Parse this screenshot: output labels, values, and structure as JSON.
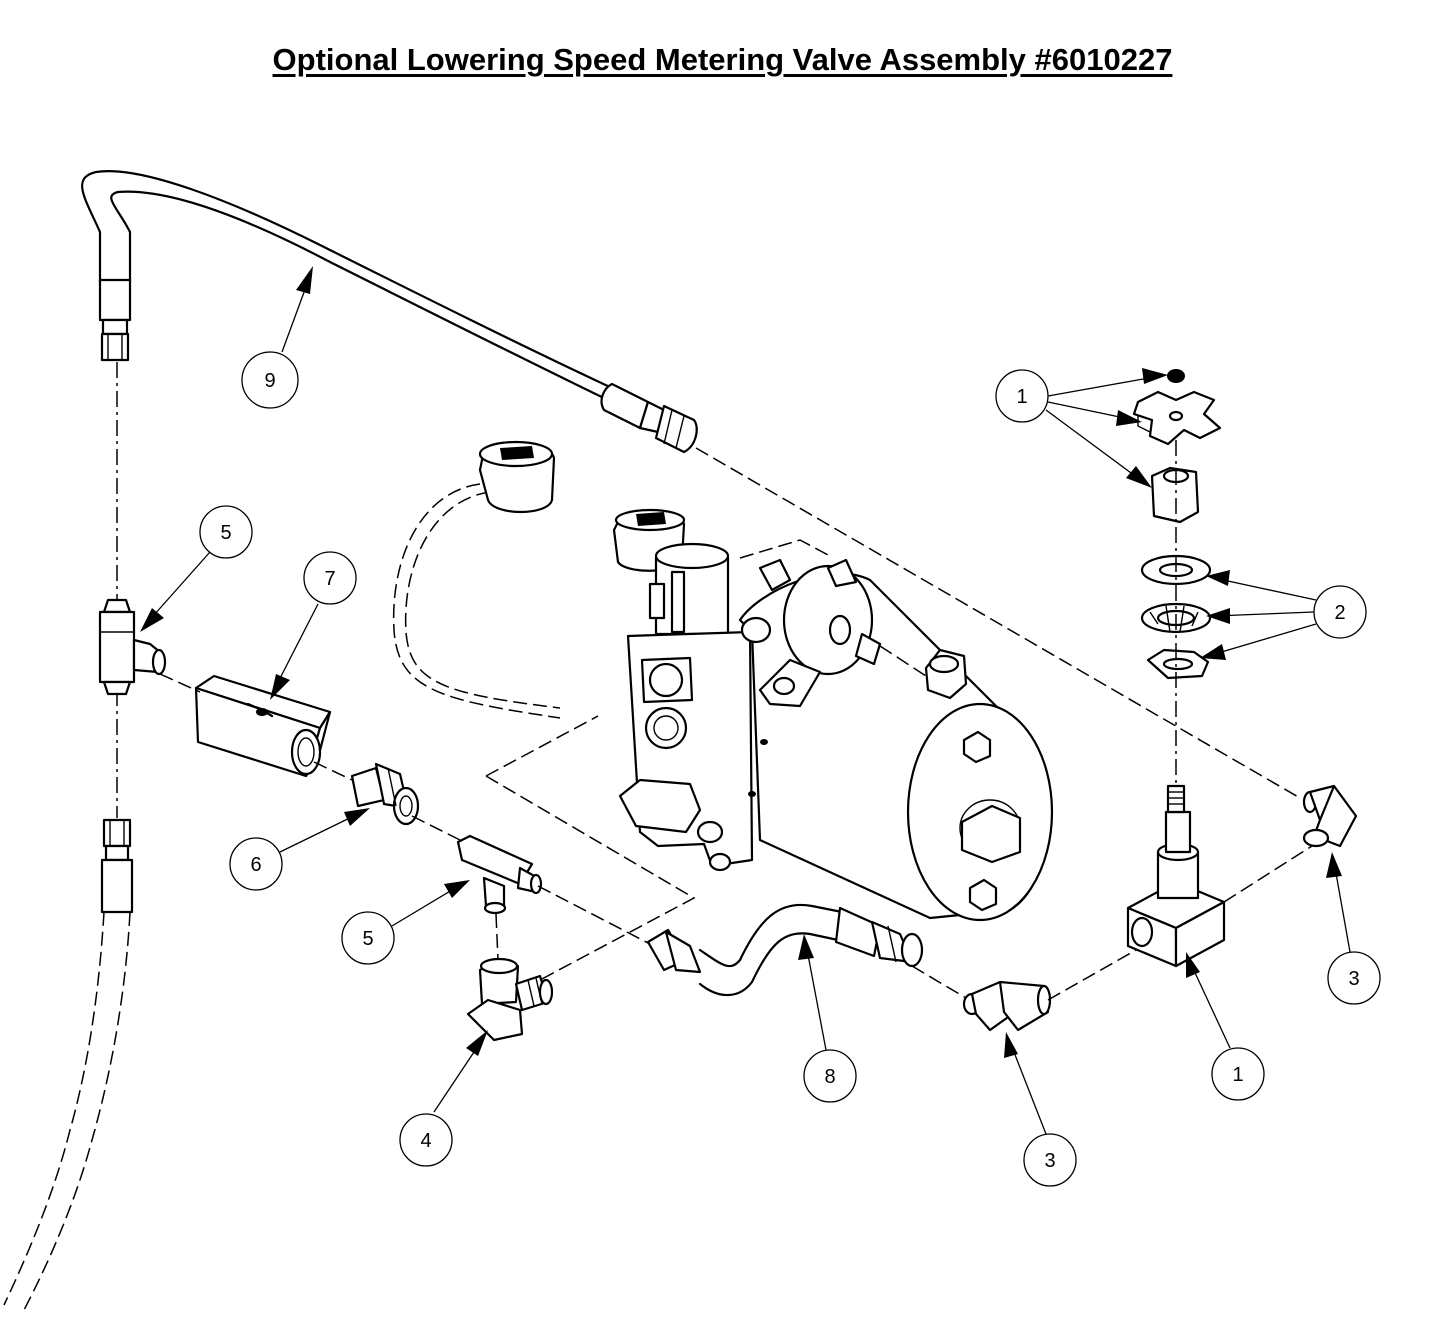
{
  "title": "Optional Lowering Speed Metering Valve Assembly #6010227",
  "callouts": [
    {
      "id": "c9",
      "label": "9"
    },
    {
      "id": "c1-top",
      "label": "1"
    },
    {
      "id": "c2",
      "label": "2"
    },
    {
      "id": "c5-upper",
      "label": "5"
    },
    {
      "id": "c7",
      "label": "7"
    },
    {
      "id": "c6",
      "label": "6"
    },
    {
      "id": "c5-lower",
      "label": "5"
    },
    {
      "id": "c4",
      "label": "4"
    },
    {
      "id": "c8",
      "label": "8"
    },
    {
      "id": "c3-lower",
      "label": "3"
    },
    {
      "id": "c1-lower",
      "label": "1"
    },
    {
      "id": "c3-right",
      "label": "3"
    }
  ]
}
